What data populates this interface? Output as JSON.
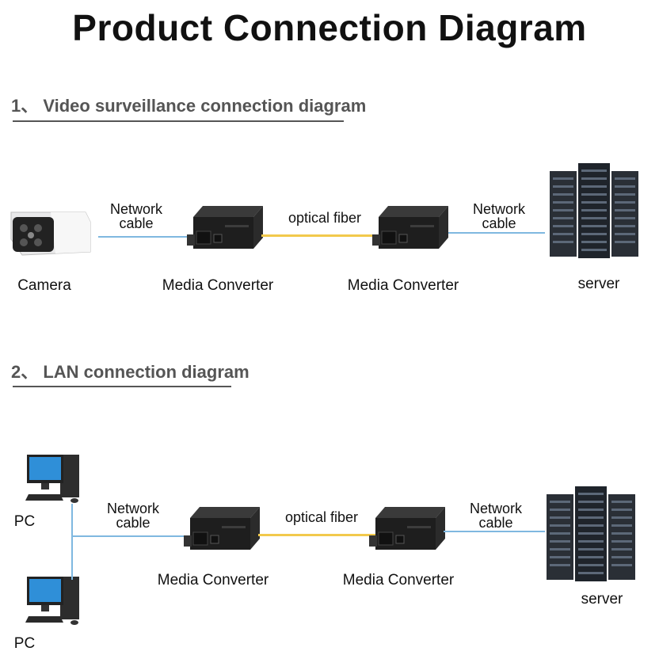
{
  "title": "Product Connection Diagram",
  "sections": [
    {
      "heading": "1、 Video surveillance connection diagram",
      "nodes": {
        "camera": "Camera",
        "converter_left": "Media Converter",
        "converter_right": "Media Converter",
        "server": "server"
      },
      "links": {
        "left_cable_line1": "Network",
        "left_cable_line2": "cable",
        "middle": "optical fiber",
        "right_cable_line1": "Network",
        "right_cable_line2": "cable"
      }
    },
    {
      "heading": "2、 LAN connection diagram",
      "nodes": {
        "pc_top": "PC",
        "pc_bottom": "PC",
        "converter_left": "Media Converter",
        "converter_right": "Media Converter",
        "server": "server"
      },
      "links": {
        "left_cable_line1": "Network",
        "left_cable_line2": "cable",
        "middle": "optical fiber",
        "right_cable_line1": "Network",
        "right_cable_line2": "cable"
      }
    }
  ],
  "colors": {
    "network_cable": "#7fb8e0",
    "optical_fiber": "#f2c94c"
  }
}
